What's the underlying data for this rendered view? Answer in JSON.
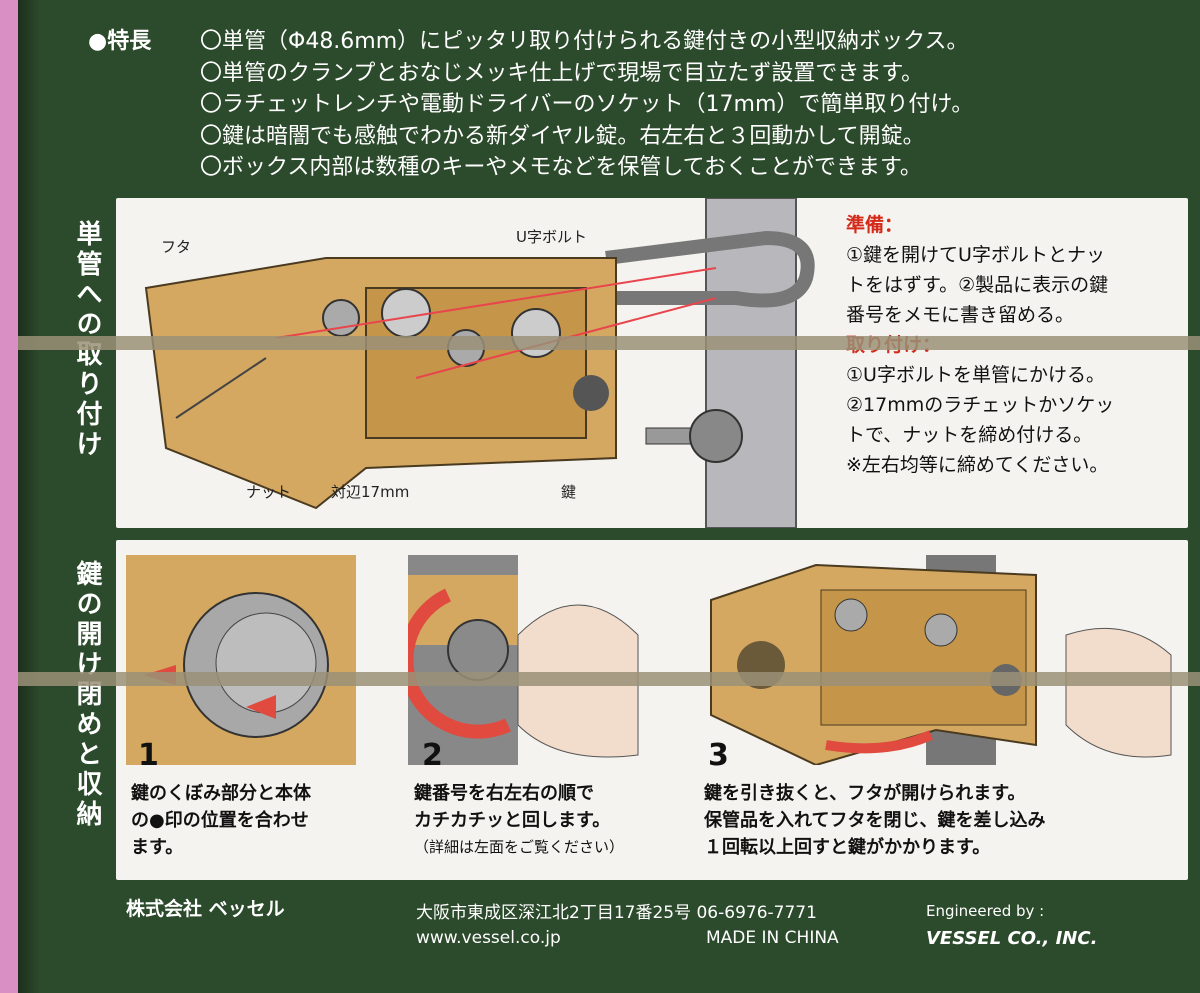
{
  "features": {
    "heading": "●特長",
    "items": [
      "〇単管（Φ48.6mm）にピッタリ取り付けられる鍵付きの小型収納ボックス。",
      "〇単管のクランプとおなじメッキ仕上げで現場で目立たず設置できます。",
      "〇ラチェットレンチや電動ドライバーのソケット（17mm）で簡単取り付け。",
      "〇鍵は暗闇でも感触でわかる新ダイヤル錠。右左右と３回動かして開錠。",
      "〇ボックス内部は数種のキーやメモなどを保管しておくことができます。"
    ]
  },
  "side_labels": {
    "install": "単管への取り付け",
    "open": "鍵の開け閉めと収納"
  },
  "install": {
    "labels": {
      "lid": "フタ",
      "ubolt": "U字ボルト",
      "nut": "ナット",
      "nut_size": "対辺17mm",
      "key": "鍵"
    },
    "prep_title": "準備：",
    "prep_lines": [
      "①鍵を開けてU字ボルトとナッ",
      "トをはずす。②製品に表示の鍵",
      "番号をメモに書き留める。"
    ],
    "attach_title": "取り付け：",
    "attach_lines": [
      "①U字ボルトを単管にかける。",
      "②17mmのラチェットかソケッ",
      "トで、ナットを締め付ける。",
      "※左右均等に締めてください。"
    ]
  },
  "steps": [
    {
      "num": "1",
      "lines": [
        "鍵のくぼみ部分と本体",
        "の●印の位置を合わせ",
        "ます。"
      ]
    },
    {
      "num": "2",
      "lines": [
        "鍵番号を右左右の順で",
        "カチカチッと回します。"
      ],
      "note": "（詳細は左面をご覧ください）"
    },
    {
      "num": "3",
      "lines": [
        "鍵を引き抜くと、フタが開けられます。",
        "保管品を入れてフタを閉じ、鍵を差し込み",
        "１回転以上回すと鍵がかかります。"
      ]
    }
  ],
  "footer": {
    "company": "株式会社 ベッセル",
    "address": "大阪市東成区深江北2丁目17番25号 06-6976-7771",
    "url": "www.vessel.co.jp",
    "made": "MADE IN CHINA",
    "eng_label": "Engineered by :",
    "eng_name": "VESSEL CO., INC."
  },
  "colors": {
    "box_green": "#2c4a2c",
    "accent_red": "#d42a1a",
    "brass": "#d4a860",
    "background_pink": "#d98fc4"
  }
}
